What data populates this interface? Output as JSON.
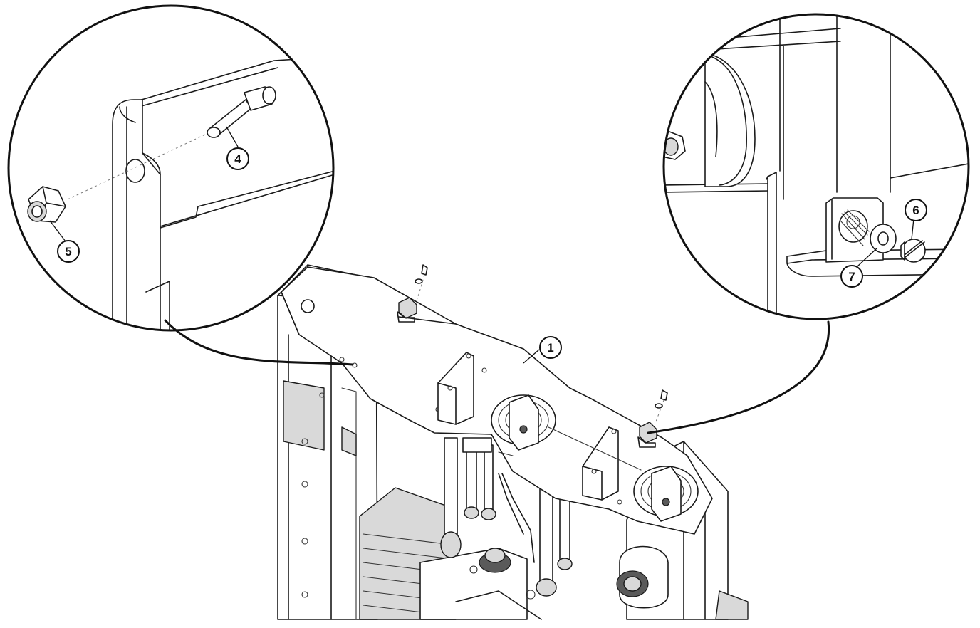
{
  "callouts": [
    {
      "id": "callout-1",
      "label": "1"
    },
    {
      "id": "callout-4",
      "label": "4"
    },
    {
      "id": "callout-5",
      "label": "5"
    },
    {
      "id": "callout-6",
      "label": "6"
    },
    {
      "id": "callout-7",
      "label": "7"
    }
  ]
}
